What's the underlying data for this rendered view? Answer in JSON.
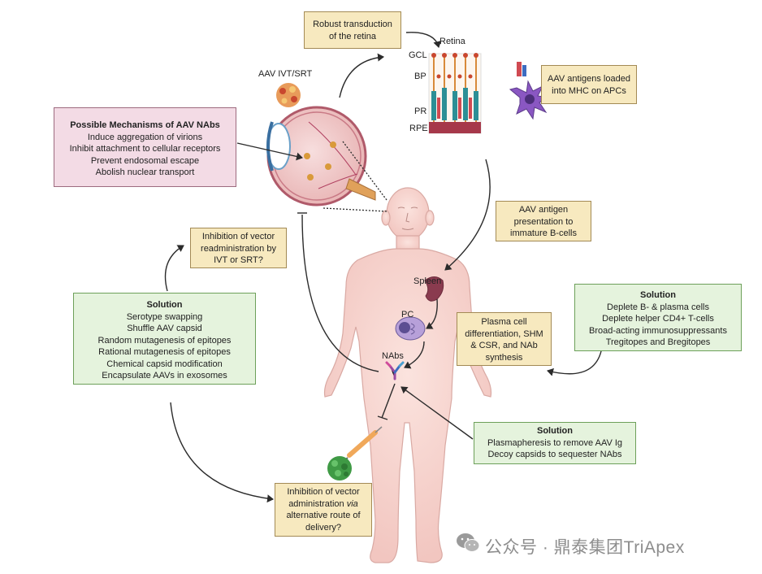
{
  "labels": {
    "aav_route": "AAV IVT/SRT",
    "retina": "Retina",
    "gcl": "GCL",
    "bp": "BP",
    "pr": "PR",
    "rpe": "RPE",
    "spleen": "Spleen",
    "pc": "PC",
    "nabs": "NAbs"
  },
  "boxes": {
    "robust": [
      "Robust transduction",
      "of the retina"
    ],
    "mhc": [
      "AAV antigens loaded",
      "into MHC on APCs"
    ],
    "mechanisms": {
      "title": "Possible Mechanisms of AAV NAbs",
      "items": [
        "Induce aggregation of virions",
        "Inhibit attachment to cellular receptors",
        "Prevent endosomal escape",
        "Abolish nuclear transport"
      ]
    },
    "bcell": [
      "AAV antigen",
      "presentation to",
      "immature B-cells"
    ],
    "readmin": [
      "Inhibition of vector",
      "readministration by",
      "IVT or SRT?"
    ],
    "solution_left": {
      "title": "Solution",
      "items": [
        "Serotype swapping",
        "Shuffle AAV capsid",
        "Random mutagenesis of epitopes",
        "Rational mutagenesis of epitopes",
        "Chemical capsid modification",
        "Encapsulate AAVs in exosomes"
      ]
    },
    "solution_right": {
      "title": "Solution",
      "items": [
        "Deplete B- & plasma cells",
        "Deplete helper CD4+ T-cells",
        "Broad-acting immunosuppressants",
        "Tregitopes and Bregitopes"
      ]
    },
    "plasma": [
      "Plasma cell",
      "differentiation, SHM",
      "& CSR, and NAb",
      "synthesis"
    ],
    "solution_bottom": {
      "title": "Solution",
      "items": [
        "Plasmapheresis to remove AAV Ig",
        "Decoy capsids to sequester NAbs"
      ]
    },
    "alt_route": {
      "line1": "Inhibition of vector",
      "line2_pre": "administration ",
      "line2_em": "via",
      "line3": "alternative route of",
      "line4": "delivery?"
    }
  },
  "watermark": "公众号 · 鼎泰集团TriApex",
  "colors": {
    "box_yellow": "#f7e9bf",
    "box_green": "#e5f3dd",
    "box_pink": "#f3dbe5",
    "body_skin": "#f8d8d4",
    "arrow": "#2b2b2b"
  }
}
